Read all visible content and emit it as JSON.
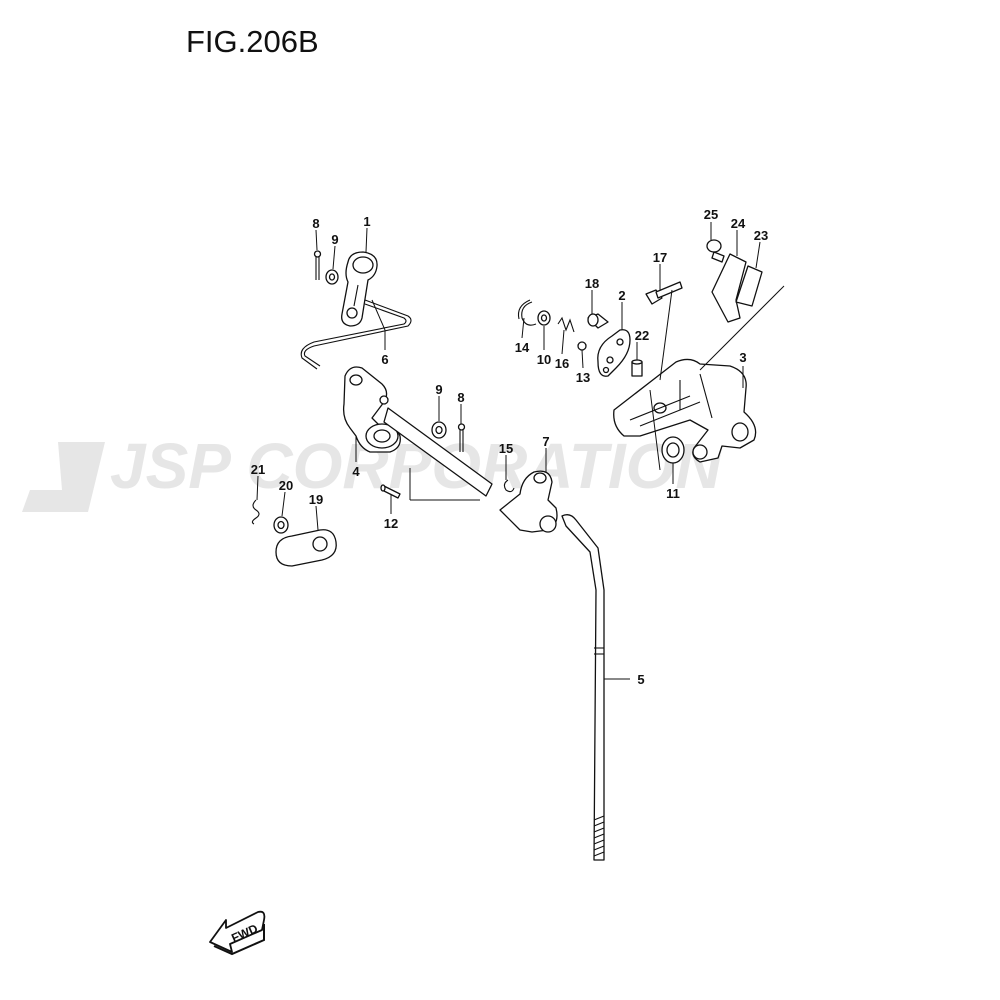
{
  "figure": {
    "title": "FIG.206B"
  },
  "watermark": {
    "text": "JSP CORPORATION"
  },
  "fwd_arrow": {
    "text": "FWD"
  },
  "callouts": [
    {
      "key": "c1",
      "number": "1"
    },
    {
      "key": "c2",
      "number": "2"
    },
    {
      "key": "c3",
      "number": "3"
    },
    {
      "key": "c4",
      "number": "4"
    },
    {
      "key": "c5",
      "number": "5"
    },
    {
      "key": "c6",
      "number": "6"
    },
    {
      "key": "c7",
      "number": "7"
    },
    {
      "key": "c8a",
      "number": "8"
    },
    {
      "key": "c8b",
      "number": "8"
    },
    {
      "key": "c9a",
      "number": "9"
    },
    {
      "key": "c9b",
      "number": "9"
    },
    {
      "key": "c10",
      "number": "10"
    },
    {
      "key": "c11",
      "number": "11"
    },
    {
      "key": "c12",
      "number": "12"
    },
    {
      "key": "c13",
      "number": "13"
    },
    {
      "key": "c14",
      "number": "14"
    },
    {
      "key": "c15",
      "number": "15"
    },
    {
      "key": "c16",
      "number": "16"
    },
    {
      "key": "c17",
      "number": "17"
    },
    {
      "key": "c18",
      "number": "18"
    },
    {
      "key": "c19",
      "number": "19"
    },
    {
      "key": "c20",
      "number": "20"
    },
    {
      "key": "c21",
      "number": "21"
    },
    {
      "key": "c22",
      "number": "22"
    },
    {
      "key": "c23",
      "number": "23"
    },
    {
      "key": "c24",
      "number": "24"
    },
    {
      "key": "c25",
      "number": "25"
    }
  ]
}
